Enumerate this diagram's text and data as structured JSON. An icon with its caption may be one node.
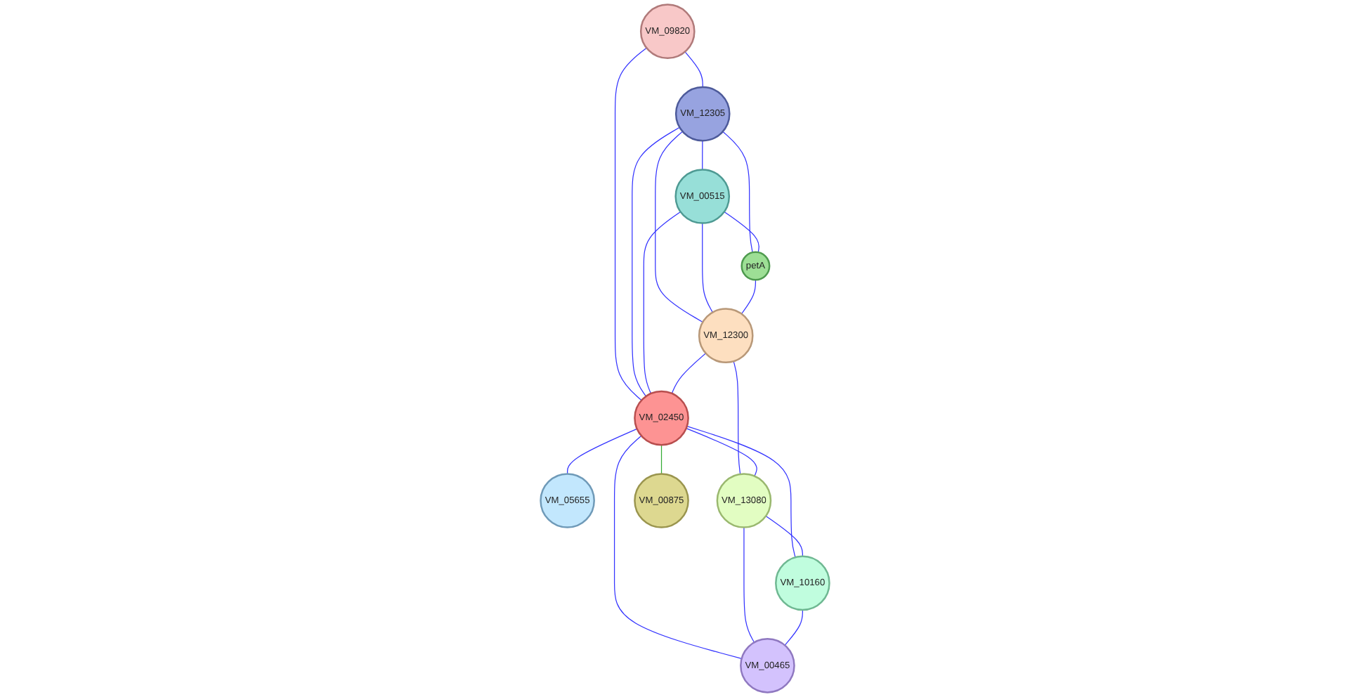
{
  "diagram": {
    "nodes": [
      {
        "text": [
          "VM_09820"
        ]
      },
      {
        "text": [
          "VM_00515"
        ]
      },
      {
        "text": [
          "VM_12305"
        ]
      },
      {
        "text": [
          "petA"
        ]
      },
      {
        "text": [
          "VM_12300"
        ]
      },
      {
        "text": [
          "VM_02450"
        ]
      },
      {
        "text": [
          "VM_05655"
        ]
      },
      {
        "text": [
          "VM_13080"
        ]
      },
      {
        "text": [
          "VM_00875"
        ]
      },
      {
        "text": [
          "VM_10160"
        ]
      },
      {
        "text": [
          "VM_00465"
        ]
      }
    ],
    "edges": [
      {
        "from": 0,
        "to": 2,
        "arrow": "none"
      },
      {
        "from": 0,
        "to": 5,
        "arrow": "none"
      },
      {
        "from": 2,
        "to": 1,
        "arrow": "none"
      },
      {
        "from": 2,
        "to": 3,
        "arrow": "none"
      },
      {
        "from": 2,
        "to": 4,
        "arrow": "none"
      },
      {
        "from": 2,
        "to": 5,
        "arrow": "none"
      },
      {
        "from": 1,
        "to": 3,
        "arrow": "none"
      },
      {
        "from": 1,
        "to": 4,
        "arrow": "none"
      },
      {
        "from": 1,
        "to": 5,
        "arrow": "none"
      },
      {
        "from": 3,
        "to": 4,
        "arrow": "none"
      },
      {
        "from": 4,
        "to": 5,
        "arrow": "none"
      },
      {
        "from": 4,
        "to": 7,
        "arrow": "none"
      },
      {
        "from": 5,
        "to": 6,
        "arrow": "none"
      },
      {
        "from": 5,
        "to": 8,
        "arrow": "none",
        "color": "#33aa33"
      },
      {
        "from": 5,
        "to": 7,
        "arrow": "none"
      },
      {
        "from": 5,
        "to": 9,
        "arrow": "none"
      },
      {
        "from": 5,
        "to": 10,
        "arrow": "none"
      },
      {
        "from": 7,
        "to": 9,
        "arrow": "none"
      },
      {
        "from": 7,
        "to": 10,
        "arrow": "none"
      },
      {
        "from": 9,
        "to": 10,
        "arrow": "none"
      }
    ]
  }
}
